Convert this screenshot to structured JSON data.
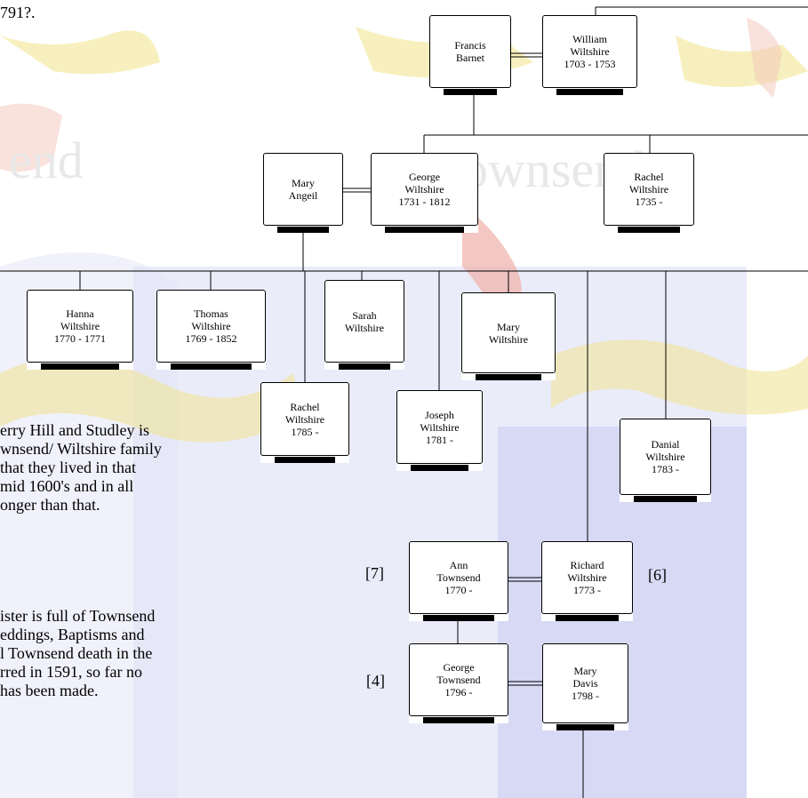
{
  "header_fragment": "791?.",
  "people": {
    "francis": {
      "name1": "Francis",
      "name2": "Barnet",
      "dates": ""
    },
    "william": {
      "name1": "William",
      "name2": "Wiltshire",
      "dates": "1703 - 1753"
    },
    "mary_angeil": {
      "name1": "Mary",
      "name2": "Angeil",
      "dates": ""
    },
    "george_w": {
      "name1": "George",
      "name2": "Wiltshire",
      "dates": "1731 - 1812"
    },
    "rachel_1735": {
      "name1": "Rachel",
      "name2": "Wiltshire",
      "dates": "1735 -"
    },
    "hanna": {
      "name1": "Hanna",
      "name2": "Wiltshire",
      "dates": "1770 - 1771"
    },
    "thomas": {
      "name1": "Thomas",
      "name2": "Wiltshire",
      "dates": "1769 - 1852"
    },
    "sarah": {
      "name1": "Sarah",
      "name2": "Wiltshire",
      "dates": ""
    },
    "mary_w": {
      "name1": "Mary",
      "name2": "Wiltshire",
      "dates": ""
    },
    "rachel_1785": {
      "name1": "Rachel",
      "name2": "Wiltshire",
      "dates": "1785 -"
    },
    "joseph": {
      "name1": "Joseph",
      "name2": "Wiltshire",
      "dates": "1781 -"
    },
    "danial": {
      "name1": "Danial",
      "name2": "Wiltshire",
      "dates": "1783 -"
    },
    "ann": {
      "name1": "Ann",
      "name2": "Townsend",
      "dates": "1770 -"
    },
    "richard": {
      "name1": "Richard",
      "name2": "Wiltshire",
      "dates": "1773 -"
    },
    "george_t": {
      "name1": "George",
      "name2": "Townsend",
      "dates": "1796 -"
    },
    "mary_davis": {
      "name1": "Mary",
      "name2": "Davis",
      "dates": "1798 -"
    }
  },
  "refs": {
    "r7": "[7]",
    "r6": "[6]",
    "r4": "[4]"
  },
  "paragraph1": [
    "erry Hill and Studley is",
    "wnsend/ Wiltshire family",
    " that they lived in that",
    "mid 1600's and in all",
    "onger than that."
  ],
  "paragraph2": [
    "ister is full of Townsend",
    "eddings, Baptisms and",
    "l Townsend death in the",
    "rred in 1591, so far no",
    " has been made."
  ]
}
